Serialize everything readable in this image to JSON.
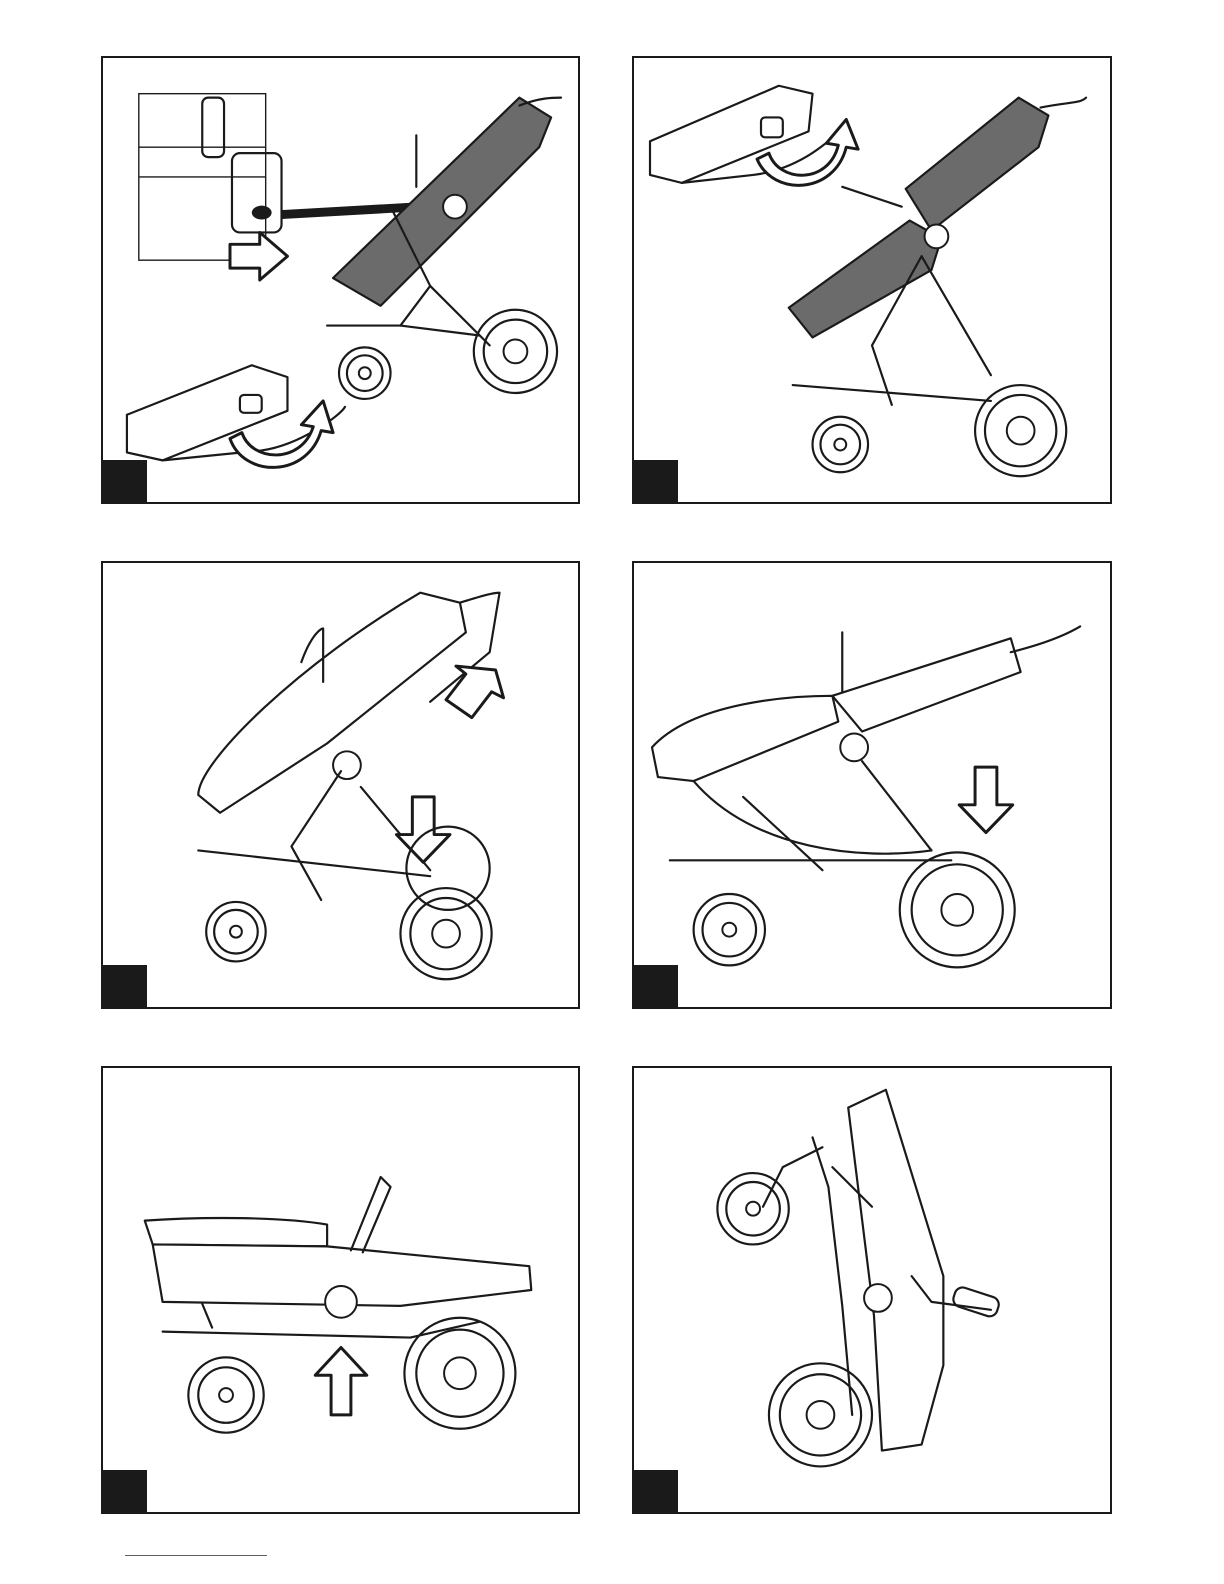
{
  "document": {
    "type": "assembly-instructions",
    "panels": [
      {
        "id": "p1",
        "icons": [
          "stroller-recline-icon",
          "release-button-icon",
          "push-arrow-icon",
          "rotate-arrow-icon"
        ]
      },
      {
        "id": "p2",
        "icons": [
          "stroller-recline-icon",
          "rotate-arrow-icon"
        ]
      },
      {
        "id": "p3",
        "icons": [
          "stroller-fold-icon",
          "press-arrow-icon",
          "down-arrow-icon"
        ]
      },
      {
        "id": "p4",
        "icons": [
          "stroller-fold-icon",
          "down-arrow-icon"
        ]
      },
      {
        "id": "p5",
        "icons": [
          "stroller-folded-icon",
          "up-arrow-icon"
        ]
      },
      {
        "id": "p6",
        "icons": [
          "stroller-stand-icon"
        ]
      }
    ],
    "colors": {
      "ink": "#1a1a1a",
      "shade": "#6b6b6b",
      "paper": "#ffffff",
      "link": "#3b5bd6"
    }
  }
}
